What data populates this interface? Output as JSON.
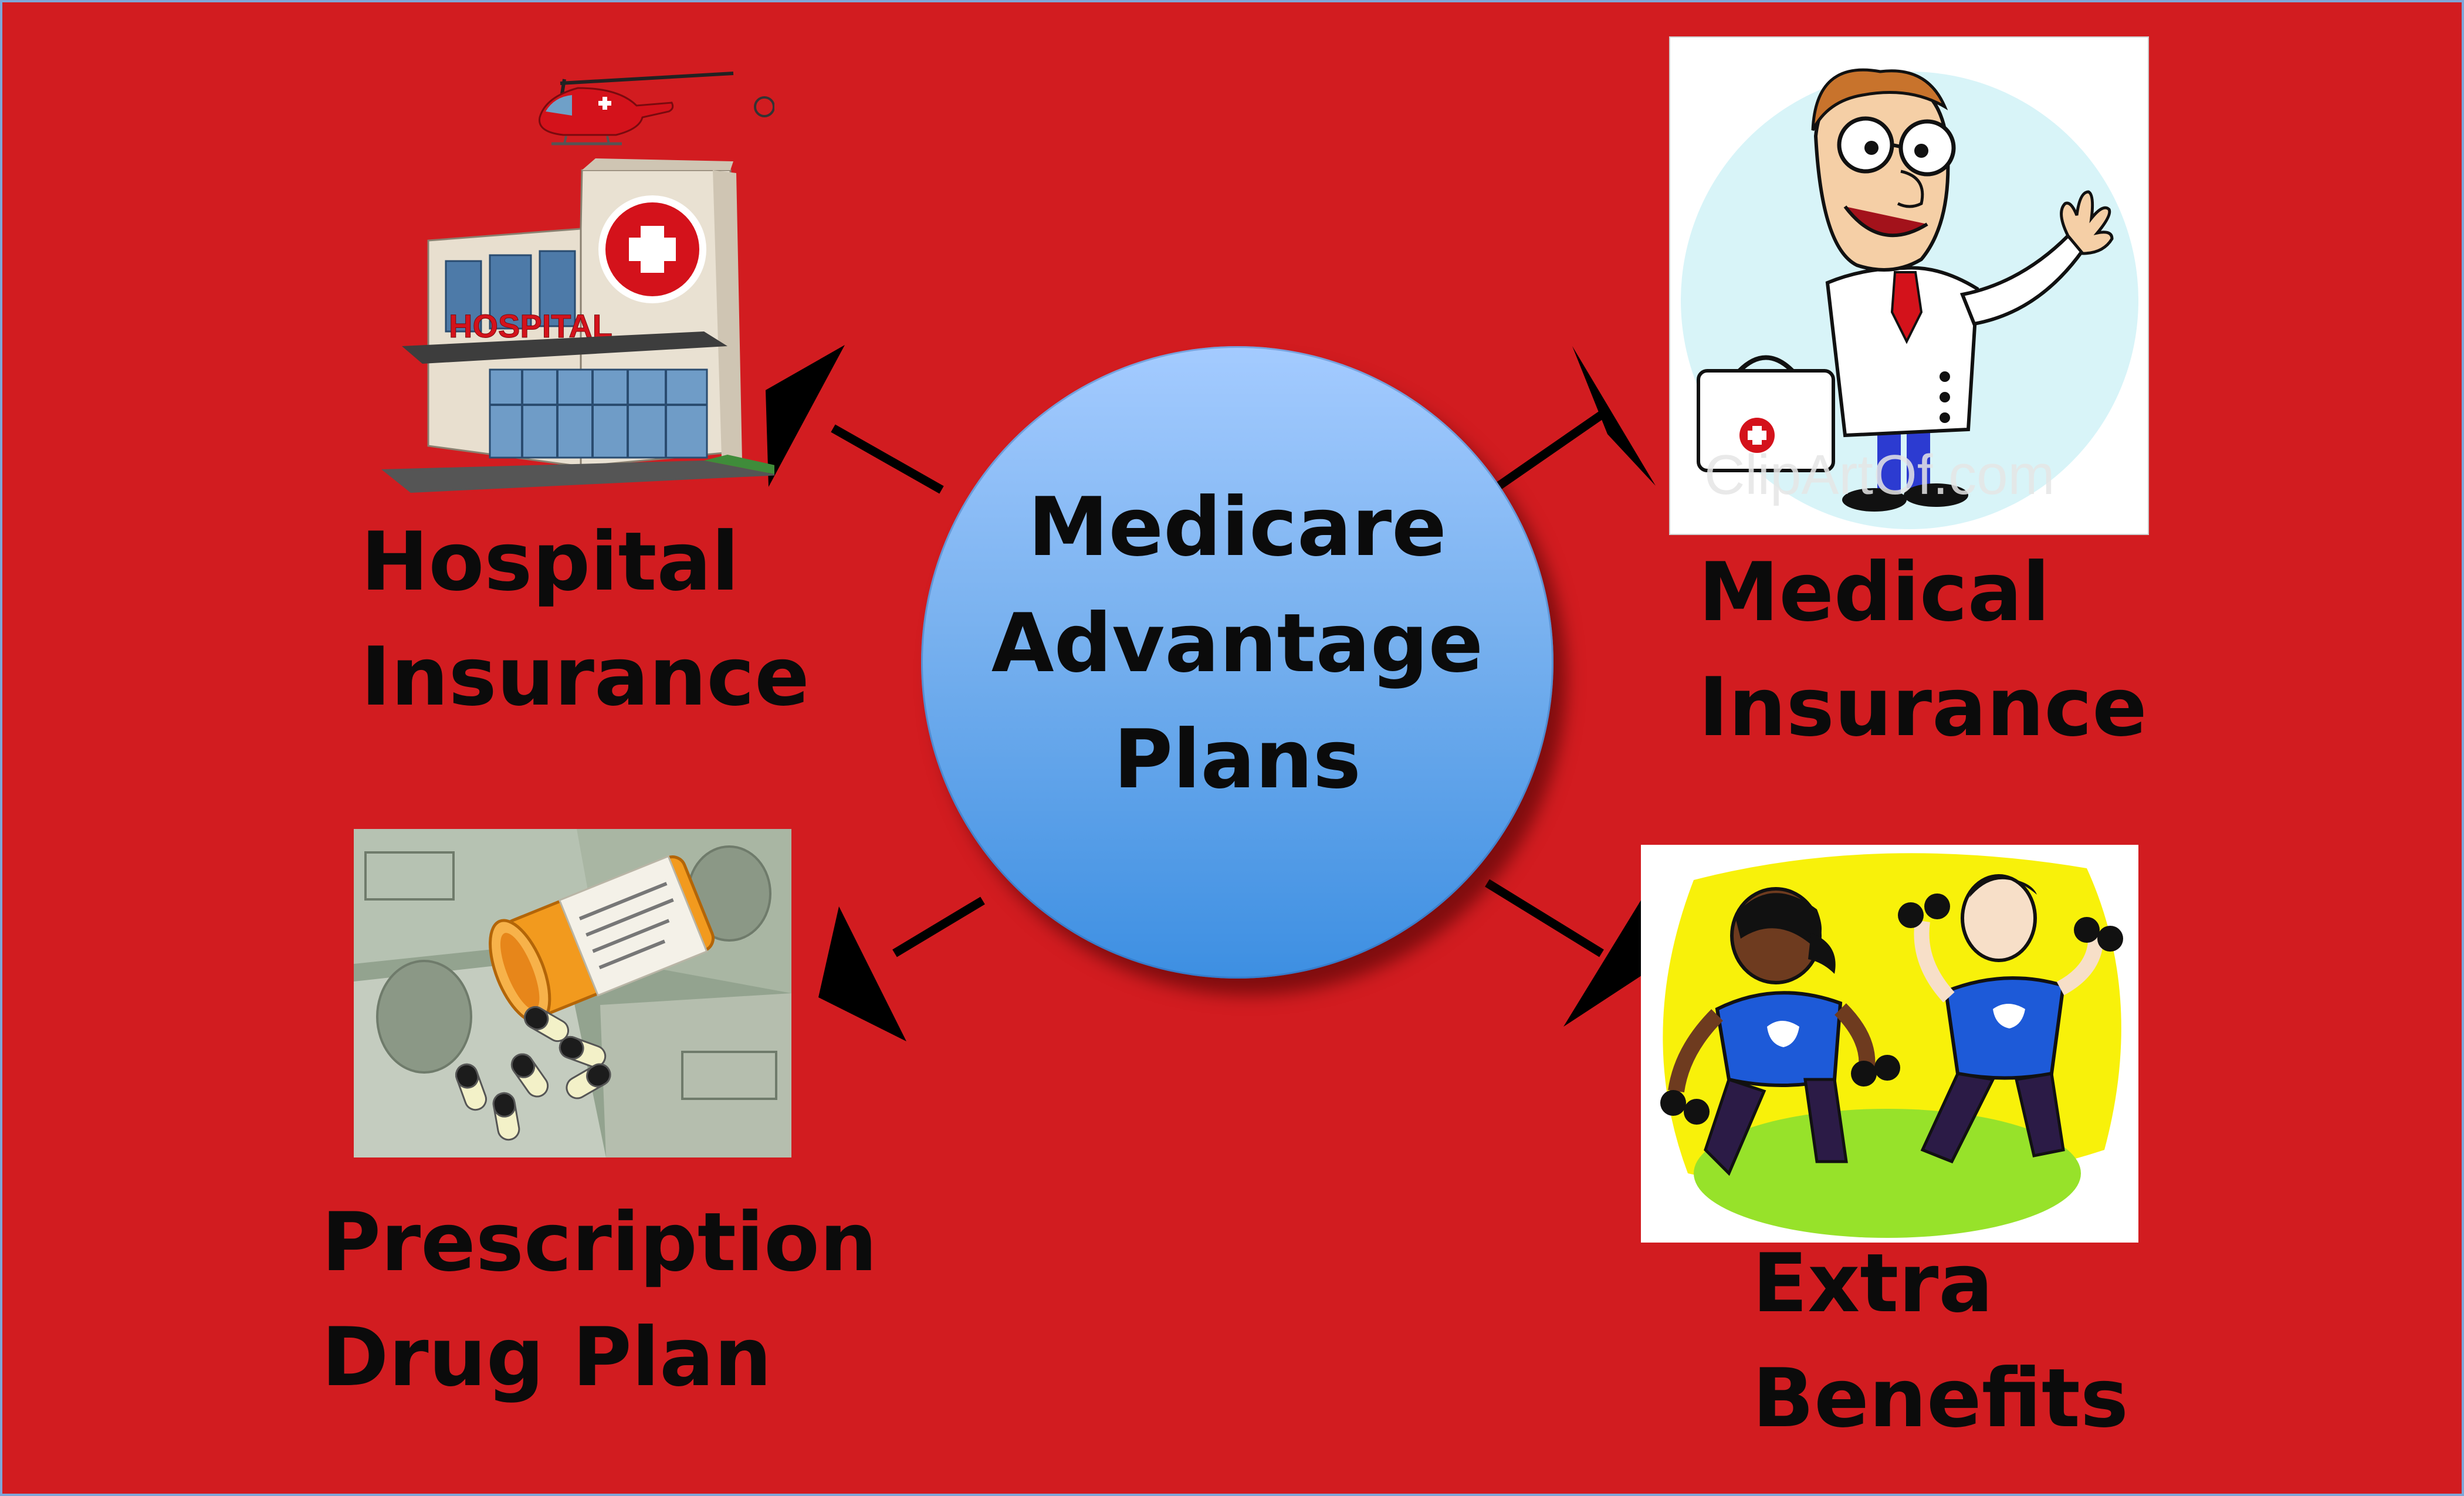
{
  "center": {
    "lines": [
      "Medicare",
      "Advantage",
      "Plans"
    ]
  },
  "nodes": {
    "hospital": {
      "lines": [
        "Hospital",
        "Insurance"
      ],
      "sign": "HOSPITAL",
      "icon": "hospital-building-icon"
    },
    "medical": {
      "lines": [
        "Medical",
        "Insurance"
      ],
      "watermark": "ClipArtOf.com",
      "icon": "cartoon-doctor-icon"
    },
    "drug": {
      "lines": [
        "Prescription",
        "Drug Plan"
      ],
      "icon": "pill-bottle-money-icon"
    },
    "extra": {
      "lines": [
        "Extra",
        "Benefits"
      ],
      "icon": "exercising-people-icon"
    }
  },
  "colors": {
    "background": "#d21c20",
    "circle_top": "#a4cbff",
    "circle_bottom": "#3d8fe2",
    "text": "#0b0b0b",
    "arrow": "#000000"
  }
}
